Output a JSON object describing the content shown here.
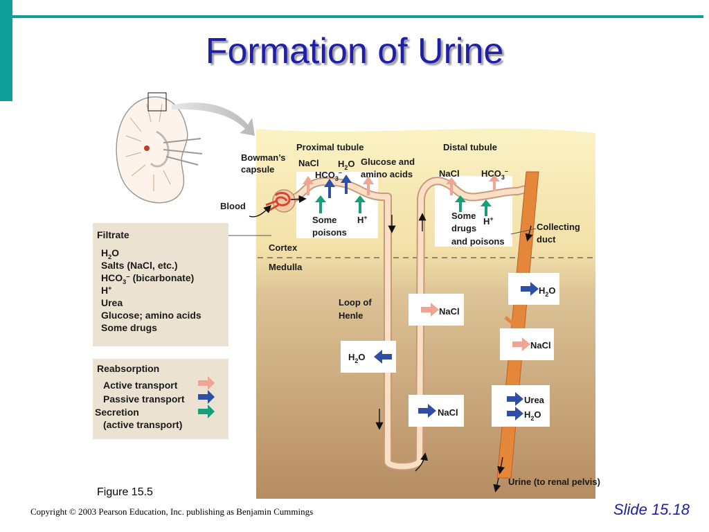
{
  "title": "Formation of Urine",
  "figure_label": "Figure 15.5",
  "copyright": "Copyright © 2003 Pearson Education, Inc. publishing as Benjamin Cummings",
  "slide_number": "Slide 15.18",
  "colors": {
    "accent": "#0f9e98",
    "title": "#1f1fa6",
    "active": "#f0a493",
    "passive": "#2e4fa3",
    "secretion": "#179e7a",
    "tubule": "#f6d9b8",
    "collecting_duct": "#e5873b"
  },
  "labels": {
    "bowmans_capsule": [
      "Bowman’s",
      "capsule"
    ],
    "blood": "Blood",
    "proximal_tubule": "Proximal tubule",
    "distal_tubule": "Distal tubule",
    "cortex": "Cortex",
    "medulla": "Medulla",
    "loop_of_henle": [
      "Loop of",
      "Henle"
    ],
    "collecting_duct": [
      "Collecting",
      "duct"
    ],
    "urine": "Urine (to renal pelvis)"
  },
  "proximal": {
    "nacl": "NaCl",
    "hco3": "HCO",
    "h2o": "H",
    "glucose": [
      "Glucose and",
      "amino acids"
    ],
    "poisons": [
      "Some",
      "poisons"
    ],
    "h_plus": "H"
  },
  "distal": {
    "nacl": "NaCl",
    "hco3": "HCO",
    "drugs": [
      "Some",
      "drugs",
      "and poisons"
    ],
    "h_plus": "H"
  },
  "filtrate": {
    "heading": "Filtrate",
    "items": [
      "H2O",
      "Salts (NaCl, etc.)",
      "HCO3– (bicarbonate)",
      "H+",
      "Urea",
      "Glucose; amino acids",
      "Some drugs"
    ]
  },
  "legend": {
    "heading": "Reabsorption",
    "active": "Active transport",
    "passive": "Passive transport",
    "secretion": [
      "Secretion",
      "(active transport)"
    ]
  },
  "medulla_boxes": {
    "nacl_loop_upper": "NaCl",
    "h2o_loop": "H",
    "nacl_loop_lower": "NaCl",
    "h2o_duct_upper": "H",
    "nacl_duct": "NaCl",
    "urea_duct": "Urea",
    "h2o_duct_lower": "H"
  }
}
